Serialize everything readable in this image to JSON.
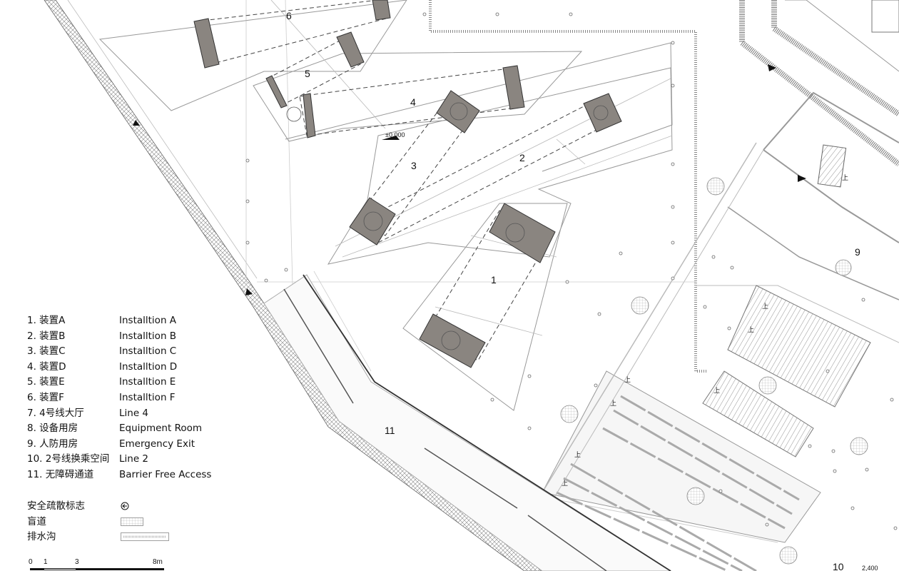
{
  "plan": {
    "zones": [
      "1",
      "2",
      "3",
      "4",
      "5",
      "6",
      "9",
      "10",
      "11"
    ],
    "elevation_mark": "±0,000",
    "elevation_mark_2": "2,400",
    "stair_up_label": "上"
  },
  "legend": {
    "items": [
      {
        "cn": "1. 装置A",
        "en": "Installtion A"
      },
      {
        "cn": "2. 装置B",
        "en": "Installtion B"
      },
      {
        "cn": "3. 装置C",
        "en": "Installtion C"
      },
      {
        "cn": "4. 装置D",
        "en": "Installtion D"
      },
      {
        "cn": "5. 装置E",
        "en": "Installtion E"
      },
      {
        "cn": "6. 装置F",
        "en": "Installtion F"
      },
      {
        "cn": "7. 4号线大厅",
        "en": "Line 4"
      },
      {
        "cn": "8. 设备用房",
        "en": "Equipment Room"
      },
      {
        "cn": "9. 人防用房",
        "en": "Emergency Exit"
      },
      {
        "cn": "10. 2号线换乘空间",
        "en": "Line 2"
      },
      {
        "cn": "11. 无障碍通道",
        "en": "Barrier Free Access"
      }
    ],
    "symbols": [
      {
        "label": "安全疏散标志",
        "icon": "evacuation-sign-icon"
      },
      {
        "label": "盲道",
        "icon": "tactile-paving-icon"
      },
      {
        "label": "排水沟",
        "icon": "drainage-ditch-icon"
      }
    ]
  },
  "scale_bar": {
    "ticks": [
      "0",
      "1",
      "3",
      "8m"
    ]
  }
}
